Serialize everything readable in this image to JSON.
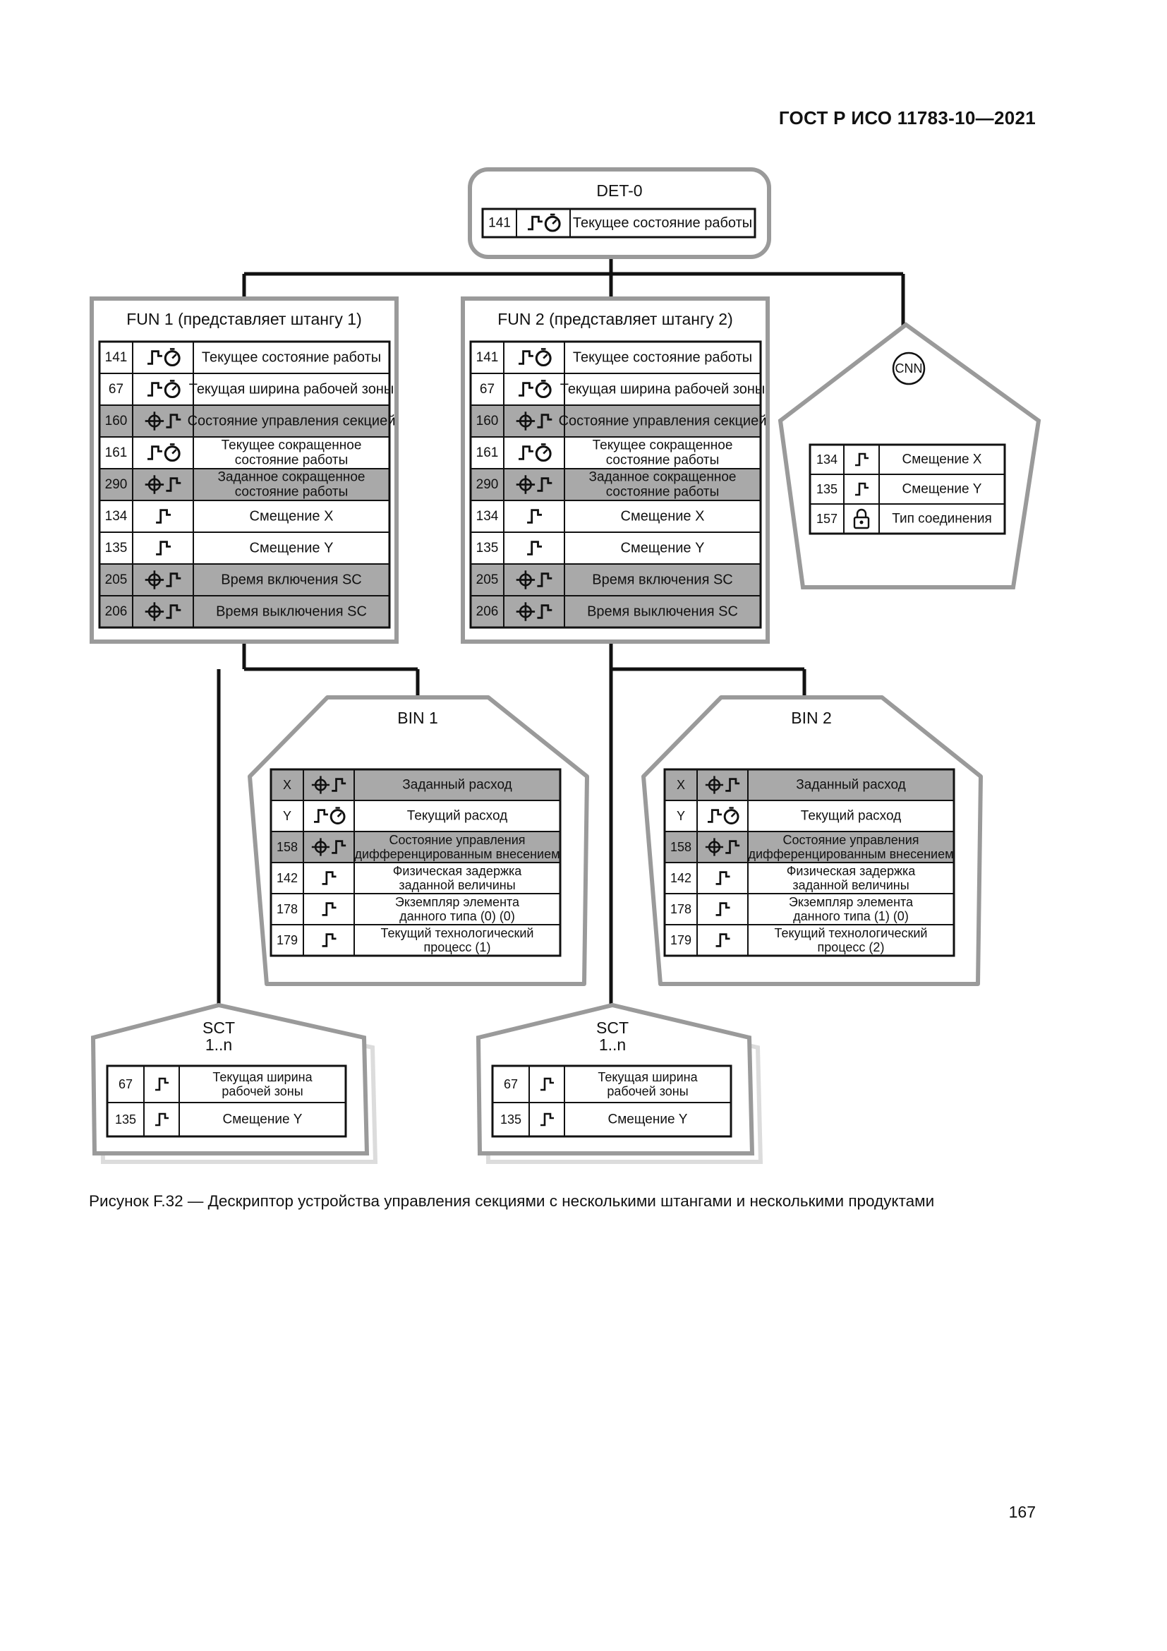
{
  "page": {
    "header": "ГОСТ Р ИСО 11783-10—2021",
    "caption": "Рисунок F.32 — Дескриптор устройства управления секциями с несколькими штангами и несколькими продуктами",
    "page_number": "167"
  },
  "nodes": {
    "det0": {
      "title": "DET-0",
      "rows": [
        {
          "ddi": "141",
          "icon": "trigger-timer-icon",
          "label": [
            "Текущее состояние работы"
          ],
          "shaded": false
        }
      ]
    },
    "fun1": {
      "title": "FUN 1 (представляет штангу 1)",
      "rows": [
        {
          "ddi": "141",
          "icon": "trigger-timer-icon",
          "label": [
            "Текущее состояние работы"
          ],
          "shaded": false
        },
        {
          "ddi": "67",
          "icon": "trigger-timer-icon",
          "label": [
            "Текущая ширина рабочей зоны"
          ],
          "shaded": false
        },
        {
          "ddi": "160",
          "icon": "setpoint-trigger-icon",
          "label": [
            "Состояние управления секцией"
          ],
          "shaded": true
        },
        {
          "ddi": "161",
          "icon": "trigger-timer-icon",
          "label": [
            "Текущее сокращенное",
            "состояние работы"
          ],
          "shaded": false
        },
        {
          "ddi": "290",
          "icon": "setpoint-trigger-icon",
          "label": [
            "Заданное сокращенное",
            "состояние работы"
          ],
          "shaded": true
        },
        {
          "ddi": "134",
          "icon": "trigger-icon",
          "label": [
            "Смещение X"
          ],
          "shaded": false
        },
        {
          "ddi": "135",
          "icon": "trigger-icon",
          "label": [
            "Смещение Y"
          ],
          "shaded": false
        },
        {
          "ddi": "205",
          "icon": "setpoint-trigger-icon",
          "label": [
            "Время включения SC"
          ],
          "shaded": true
        },
        {
          "ddi": "206",
          "icon": "setpoint-trigger-icon",
          "label": [
            "Время выключения SC"
          ],
          "shaded": true
        }
      ]
    },
    "fun2": {
      "title": "FUN 2 (представляет штангу 2)",
      "rows": [
        {
          "ddi": "141",
          "icon": "trigger-timer-icon",
          "label": [
            "Текущее состояние работы"
          ],
          "shaded": false
        },
        {
          "ddi": "67",
          "icon": "trigger-timer-icon",
          "label": [
            "Текущая ширина рабочей зоны"
          ],
          "shaded": false
        },
        {
          "ddi": "160",
          "icon": "setpoint-trigger-icon",
          "label": [
            "Состояние управления секцией"
          ],
          "shaded": true
        },
        {
          "ddi": "161",
          "icon": "trigger-timer-icon",
          "label": [
            "Текущее сокращенное",
            "состояние работы"
          ],
          "shaded": false
        },
        {
          "ddi": "290",
          "icon": "setpoint-trigger-icon",
          "label": [
            "Заданное сокращенное",
            "состояние работы"
          ],
          "shaded": true
        },
        {
          "ddi": "134",
          "icon": "trigger-icon",
          "label": [
            "Смещение X"
          ],
          "shaded": false
        },
        {
          "ddi": "135",
          "icon": "trigger-icon",
          "label": [
            "Смещение Y"
          ],
          "shaded": false
        },
        {
          "ddi": "205",
          "icon": "setpoint-trigger-icon",
          "label": [
            "Время включения SC"
          ],
          "shaded": true
        },
        {
          "ddi": "206",
          "icon": "setpoint-trigger-icon",
          "label": [
            "Время выключения SC"
          ],
          "shaded": true
        }
      ]
    },
    "cnn": {
      "title": "CNN",
      "rows": [
        {
          "ddi": "134",
          "icon": "trigger-icon",
          "label": [
            "Смещение X"
          ],
          "shaded": false
        },
        {
          "ddi": "135",
          "icon": "trigger-icon",
          "label": [
            "Смещение Y"
          ],
          "shaded": false
        },
        {
          "ddi": "157",
          "icon": "lock-icon",
          "label": [
            "Тип соединения"
          ],
          "shaded": false
        }
      ]
    },
    "bin1": {
      "title": "BIN 1",
      "rows": [
        {
          "ddi": "X",
          "icon": "setpoint-trigger-icon",
          "label": [
            "Заданный расход"
          ],
          "shaded": true
        },
        {
          "ddi": "Y",
          "icon": "trigger-timer-icon",
          "label": [
            "Текущий расход"
          ],
          "shaded": false
        },
        {
          "ddi": "158",
          "icon": "setpoint-trigger-icon",
          "label": [
            "Состояние управления",
            "дифференцированным внесением"
          ],
          "shaded": true
        },
        {
          "ddi": "142",
          "icon": "trigger-icon",
          "label": [
            "Физическая задержка",
            "заданной величины"
          ],
          "shaded": false
        },
        {
          "ddi": "178",
          "icon": "trigger-icon",
          "label": [
            "Экземпляр элемента",
            "данного типа (0) (0)"
          ],
          "shaded": false
        },
        {
          "ddi": "179",
          "icon": "trigger-icon",
          "label": [
            "Текущий технологический",
            "процесс (1)"
          ],
          "shaded": false
        }
      ]
    },
    "bin2": {
      "title": "BIN 2",
      "rows": [
        {
          "ddi": "X",
          "icon": "setpoint-trigger-icon",
          "label": [
            "Заданный расход"
          ],
          "shaded": true
        },
        {
          "ddi": "Y",
          "icon": "trigger-timer-icon",
          "label": [
            "Текущий расход"
          ],
          "shaded": false
        },
        {
          "ddi": "158",
          "icon": "setpoint-trigger-icon",
          "label": [
            "Состояние управления",
            "дифференцированным внесением"
          ],
          "shaded": true
        },
        {
          "ddi": "142",
          "icon": "trigger-icon",
          "label": [
            "Физическая задержка",
            "заданной величины"
          ],
          "shaded": false
        },
        {
          "ddi": "178",
          "icon": "trigger-icon",
          "label": [
            "Экземпляр элемента",
            "данного типа (1) (0)"
          ],
          "shaded": false
        },
        {
          "ddi": "179",
          "icon": "trigger-icon",
          "label": [
            "Текущий технологический",
            "процесс (2)"
          ],
          "shaded": false
        }
      ]
    },
    "sct1": {
      "title": [
        "SCT",
        "1..n"
      ],
      "rows": [
        {
          "ddi": "67",
          "icon": "trigger-icon",
          "label": [
            "Текущая ширина",
            "рабочей зоны"
          ],
          "shaded": false
        },
        {
          "ddi": "135",
          "icon": "trigger-icon",
          "label": [
            "Смещение Y"
          ],
          "shaded": false
        }
      ]
    },
    "sct2": {
      "title": [
        "SCT",
        "1..n"
      ],
      "rows": [
        {
          "ddi": "67",
          "icon": "trigger-icon",
          "label": [
            "Текущая ширина",
            "рабочей зоны"
          ],
          "shaded": false
        },
        {
          "ddi": "135",
          "icon": "trigger-icon",
          "label": [
            "Смещение Y"
          ],
          "shaded": false
        }
      ]
    }
  },
  "colors": {
    "shaded_row": "#a9a9a9",
    "frame": "#9a9a9a",
    "line": "#111111",
    "shadow": "#dcdcdc"
  }
}
